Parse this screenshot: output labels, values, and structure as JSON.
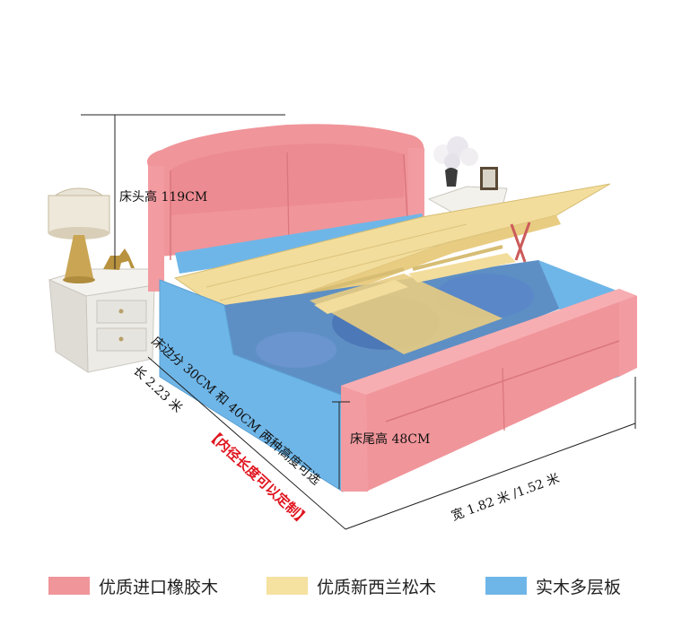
{
  "labels": {
    "headboard_height": "床头高 119CM",
    "rail_height": "床边分 30CM 和 40CM 两种高度可选",
    "length": "长 2.23 米",
    "custom_note": "【内径长度可以定制】",
    "footboard_height": "床尾高 48CM",
    "width": "宽 1.82 米 /1.52 米"
  },
  "legend": [
    {
      "label": "优质进口橡胶木",
      "color": "#f0959a"
    },
    {
      "label": "优质新西兰松木",
      "color": "#f5e1a0"
    },
    {
      "label": "实木多层板",
      "color": "#6fb6e8"
    }
  ],
  "colors": {
    "pink": "#f0959a",
    "pine": "#f3dd9c",
    "blue": "#6fb6e8",
    "accent_red": "#e0141e"
  }
}
